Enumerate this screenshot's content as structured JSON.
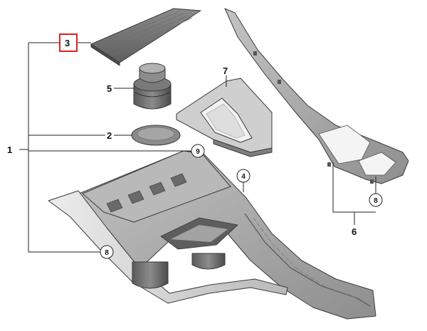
{
  "callouts": {
    "c1": "1",
    "c2": "2",
    "c3": "3",
    "c4": "4",
    "c5": "5",
    "c6": "6",
    "c7": "7",
    "c8a": "8",
    "c8b": "8",
    "c9": "9"
  },
  "colors": {
    "highlight_box": "#e02020",
    "part_dark": "#6b6b6b",
    "part_mid": "#9a9a9a",
    "part_light": "#c9c9c9",
    "trim_silver": "#dcdcdc"
  }
}
